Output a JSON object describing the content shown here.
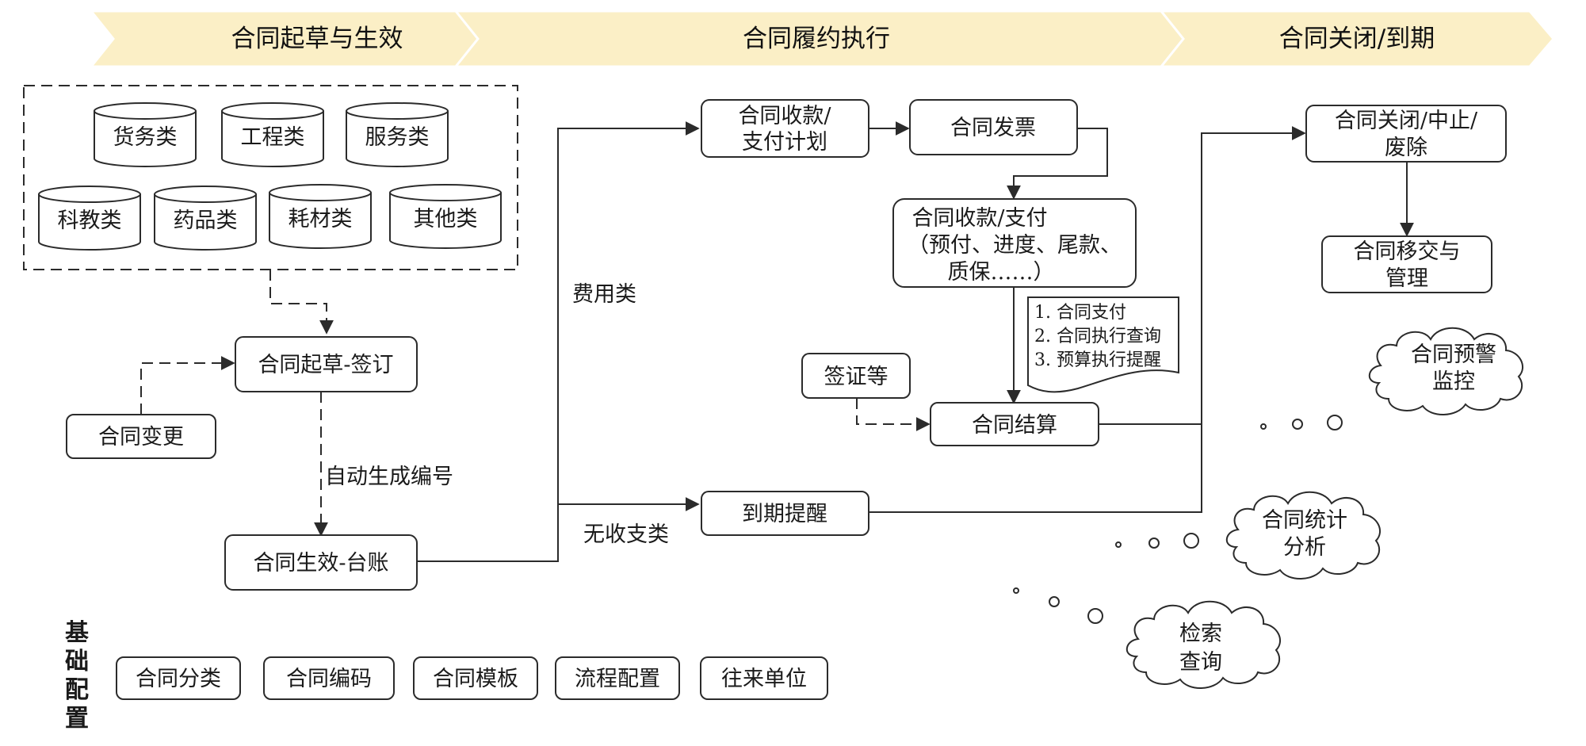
{
  "phases": {
    "draft": "合同起草与生效",
    "execute": "合同履约执行",
    "close": "合同关闭/到期"
  },
  "categories": [
    "货务类",
    "工程类",
    "服务类",
    "科教类",
    "药品类",
    "耗材类",
    "其他类"
  ],
  "nodes": {
    "sign": "合同起草-签订",
    "change": "合同变更",
    "effect": "合同生效-台账",
    "plan_l1": "合同收款/",
    "plan_l2": "支付计划",
    "invoice": "合同发票",
    "pay_l1": "合同收款/支付",
    "pay_l2": "（预付、进度、尾款、",
    "pay_l3": "质保……）",
    "visa": "签证等",
    "settle": "合同结算",
    "remind": "到期提醒",
    "close_l1": "合同关闭/中止/",
    "close_l2": "废除",
    "handover_l1": "合同移交与",
    "handover_l2": "管理"
  },
  "edge_labels": {
    "auto_number": "自动生成编号",
    "expense": "费用类",
    "no_income": "无收支类"
  },
  "note": [
    "1. 合同支付",
    "2. 合同执行查询",
    "3. 预算执行提醒"
  ],
  "clouds": {
    "warn_l1": "合同预警",
    "warn_l2": "监控",
    "stats_l1": "合同统计",
    "stats_l2": "分析",
    "search_l1": "检索",
    "search_l2": "查询"
  },
  "base": {
    "title_chars": [
      "基",
      "础",
      "配",
      "置"
    ],
    "items": [
      "合同分类",
      "合同编码",
      "合同模板",
      "流程配置",
      "往来单位"
    ]
  },
  "colors": {
    "phase_band": "#fbefc6",
    "line": "#2b2b2b"
  }
}
